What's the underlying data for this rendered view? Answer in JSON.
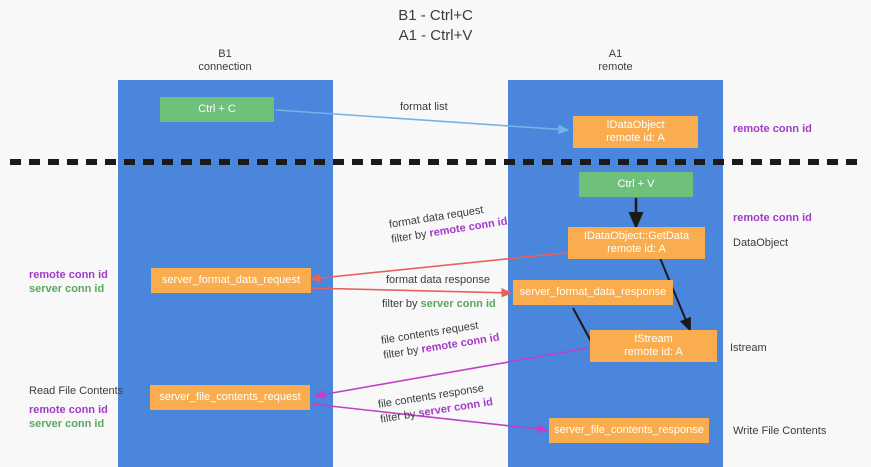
{
  "title": {
    "line1": "B1 - Ctrl+C",
    "line2": "A1 - Ctrl+V"
  },
  "columns": [
    {
      "name": "B1",
      "sub": "connection"
    },
    {
      "name": "A1",
      "sub": "remote"
    }
  ],
  "colors": {
    "column": "#4a86db",
    "green_box": "#6ec07a",
    "orange_box": "#f9ad4e",
    "purple_text": "#a23bc9",
    "green_text": "#5aa85f",
    "blue_arrow": "#72b4e8",
    "red_arrow": "#e8615f",
    "magenta_arrow": "#c040c8",
    "black_arrow": "#1a1a1a",
    "divider": "#1a1a1a",
    "background": "#f8f8f8"
  },
  "boxes": {
    "ctrl_c": "Ctrl + C",
    "ctrl_v": "Ctrl + V",
    "idataobject_line1": "IDataObject",
    "idataobject_line2": "remote id: A",
    "getdata_line1": "IDataObject::GetData",
    "getdata_line2": "remote id: A",
    "istream_line1": "IStream",
    "istream_line2": "remote id: A",
    "server_format_data_request": "server_format_data_request",
    "server_format_data_response": "server_format_data_response",
    "server_file_contents_request": "server_file_contents_request",
    "server_file_contents_response": "server_file_contents_response"
  },
  "edge_labels": {
    "format_list": "format list",
    "format_data_request": "format data request",
    "format_data_response": "format data response",
    "file_contents_request": "file contents request",
    "file_contents_response": "file contents response",
    "filter_by": "filter by",
    "remote_conn_id": "remote conn id",
    "server_conn_id": "server conn id"
  },
  "side_labels": {
    "remote_conn_id_top": "remote conn id",
    "remote_conn_id_mid": "remote conn id",
    "dataobject": "DataObject",
    "istream": "Istream",
    "write_file_contents": "Write File Contents",
    "read_file_contents": "Read File Contents",
    "left_remote_conn_id_1": "remote conn id",
    "left_server_conn_id_1": "server conn id",
    "left_remote_conn_id_2": "remote conn id",
    "left_server_conn_id_2": "server conn id"
  }
}
